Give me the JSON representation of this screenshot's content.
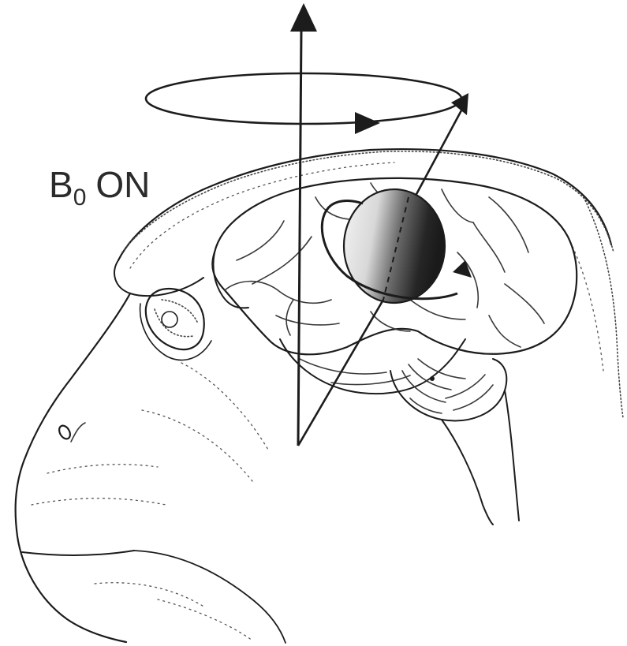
{
  "figure": {
    "label_main": "B",
    "label_subscript": "0",
    "label_suffix": "ON"
  },
  "colors": {
    "ink": "#1c1c1c",
    "background": "#ffffff",
    "sphere_dark": "#1a1a1a",
    "sphere_light": "#f4f4f4"
  }
}
